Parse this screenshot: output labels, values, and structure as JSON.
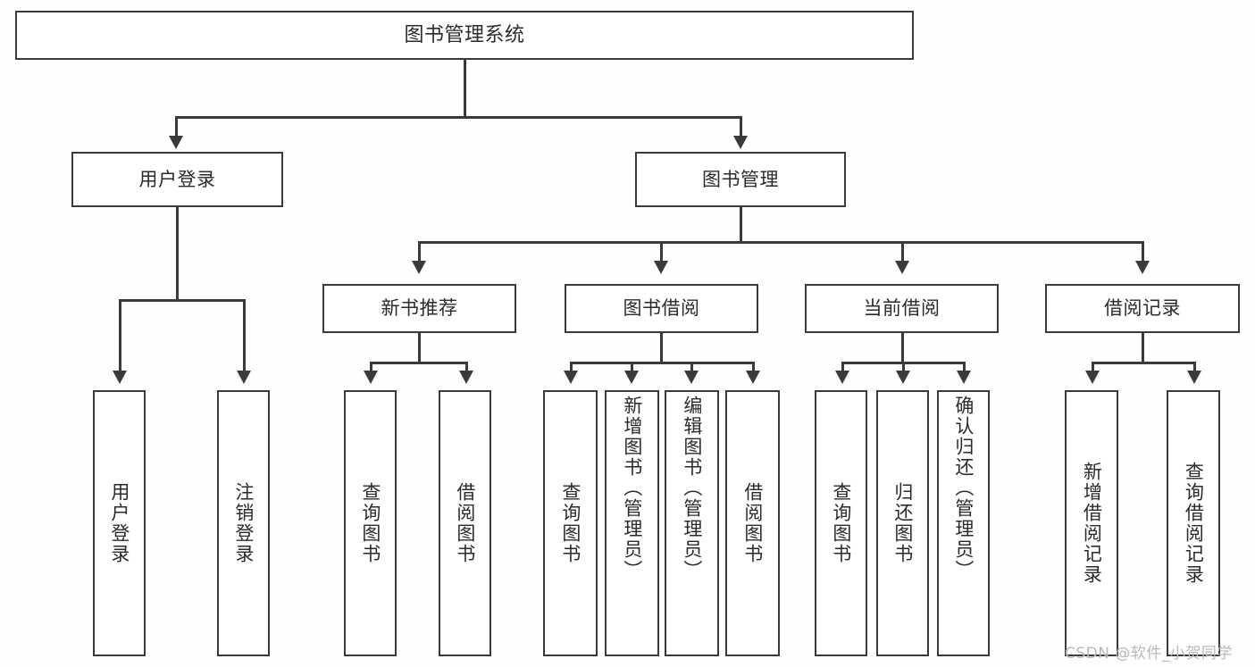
{
  "diagram": {
    "title": "图书管理系统",
    "type": "hierarchy-tree",
    "watermark": "CSDN @软件_小贺同学",
    "colors": {
      "stroke": "#3a3a3a",
      "fill": "#ffffff",
      "text": "#2b2b2b",
      "background": "#fefefe",
      "watermark": "#b9b9b9"
    },
    "root": {
      "label": "图书管理系统"
    },
    "level1": [
      {
        "label": "用户登录"
      },
      {
        "label": "图书管理"
      }
    ],
    "level2": [
      {
        "label": "新书推荐"
      },
      {
        "label": "图书借阅"
      },
      {
        "label": "当前借阅"
      },
      {
        "label": "借阅记录"
      }
    ],
    "leaves": {
      "user_login": [
        {
          "label": "用户登录"
        },
        {
          "label": "注销登录"
        }
      ],
      "new_book_recommend": [
        {
          "label": "查询图书"
        },
        {
          "label": "借阅图书"
        }
      ],
      "book_borrow": [
        {
          "label": "查询图书"
        },
        {
          "label": "新增图书（管理员）"
        },
        {
          "label": "编辑图书（管理员）"
        },
        {
          "label": "借阅图书"
        }
      ],
      "current_borrow": [
        {
          "label": "查询图书"
        },
        {
          "label": "归还图书"
        },
        {
          "label": "确认归还（管理员）"
        }
      ],
      "borrow_record": [
        {
          "label": "新增借阅记录"
        },
        {
          "label": "查询借阅记录"
        }
      ]
    }
  }
}
